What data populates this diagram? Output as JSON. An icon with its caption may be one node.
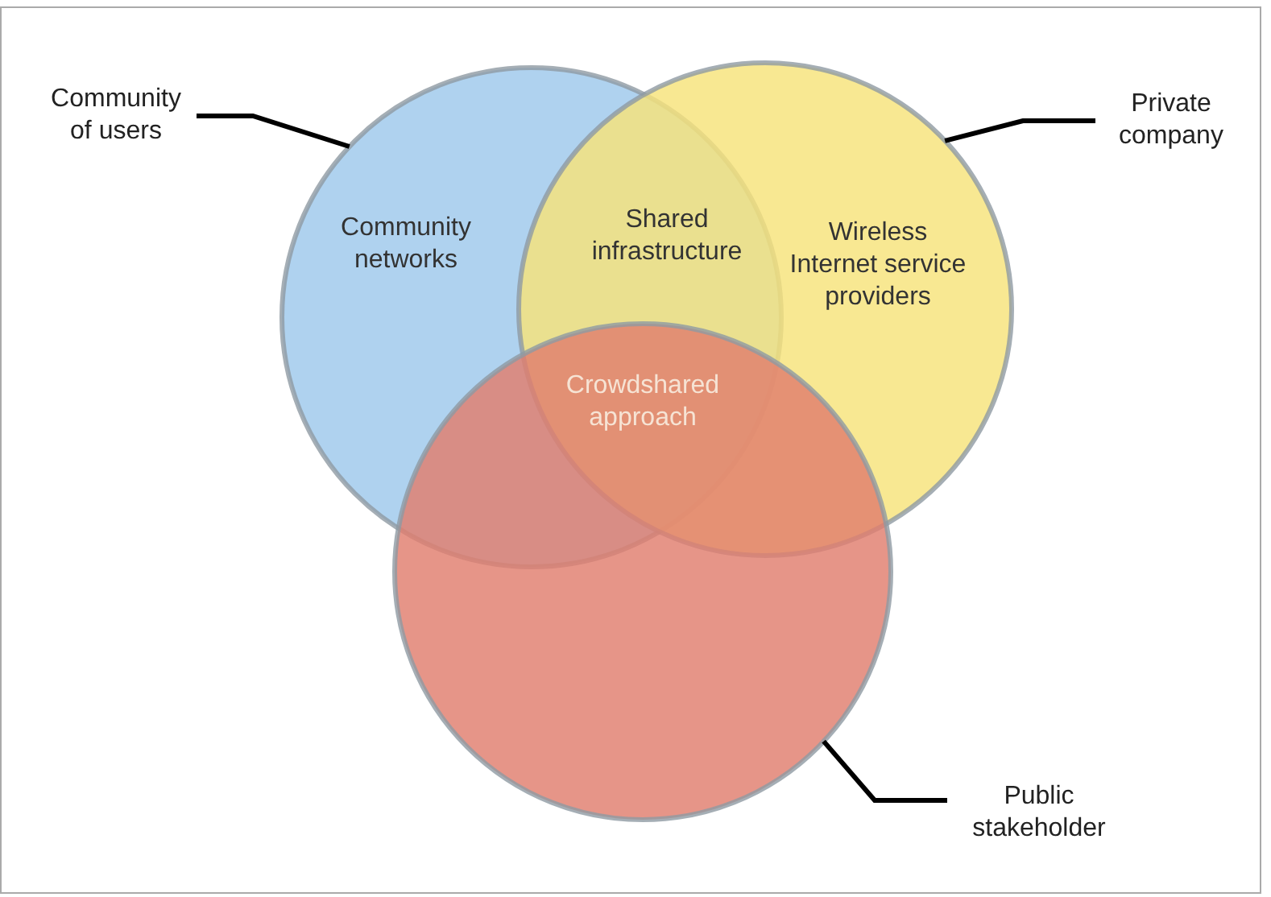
{
  "diagram": {
    "nodes": [
      {
        "text": [
          "Community networks"
        ]
      },
      {
        "text": [
          "Wireless Internet service providers"
        ]
      },
      {
        "text": [],
        "shape": "circle"
      },
      {
        "text": [
          "Shared infrastructure"
        ]
      },
      {
        "text": [
          "Crowdshared approach"
        ]
      },
      {
        "text": [
          "Community of users"
        ]
      },
      {
        "text": [
          "Private company"
        ]
      },
      {
        "text": [
          "Public stakeholder"
        ]
      }
    ],
    "edges": [
      {
        "from": 5,
        "to": 0,
        "arrow": "none"
      },
      {
        "from": 6,
        "to": 1,
        "arrow": "none"
      },
      {
        "from": 7,
        "to": 2,
        "arrow": "none"
      }
    ]
  }
}
